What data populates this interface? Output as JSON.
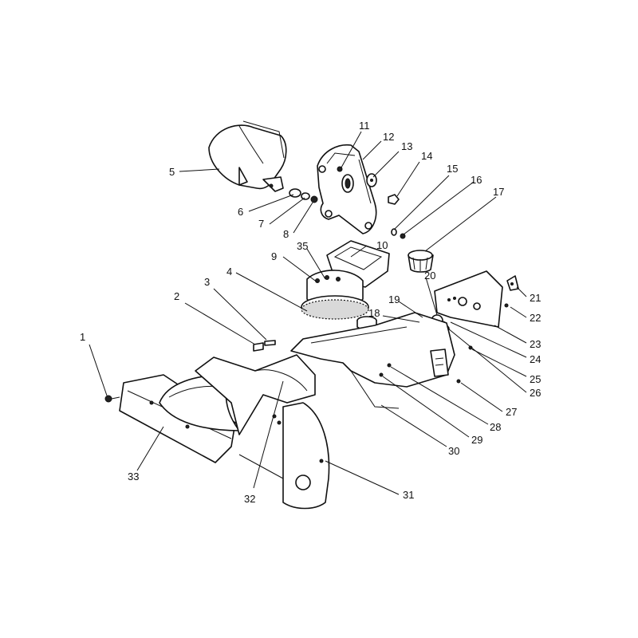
{
  "callouts": [
    {
      "id": "1",
      "label": "1"
    },
    {
      "id": "2",
      "label": "2"
    },
    {
      "id": "3",
      "label": "3"
    },
    {
      "id": "4",
      "label": "4"
    },
    {
      "id": "5",
      "label": "5"
    },
    {
      "id": "6",
      "label": "6"
    },
    {
      "id": "7",
      "label": "7"
    },
    {
      "id": "8",
      "label": "8"
    },
    {
      "id": "9",
      "label": "9"
    },
    {
      "id": "10",
      "label": "10"
    },
    {
      "id": "11",
      "label": "11"
    },
    {
      "id": "12",
      "label": "12"
    },
    {
      "id": "13",
      "label": "13"
    },
    {
      "id": "14",
      "label": "14"
    },
    {
      "id": "15",
      "label": "15"
    },
    {
      "id": "16",
      "label": "16"
    },
    {
      "id": "17",
      "label": "17"
    },
    {
      "id": "18",
      "label": "18"
    },
    {
      "id": "19",
      "label": "19"
    },
    {
      "id": "20",
      "label": "20"
    },
    {
      "id": "21",
      "label": "21"
    },
    {
      "id": "22",
      "label": "22"
    },
    {
      "id": "23",
      "label": "23"
    },
    {
      "id": "24",
      "label": "24"
    },
    {
      "id": "25",
      "label": "25"
    },
    {
      "id": "26",
      "label": "26"
    },
    {
      "id": "27",
      "label": "27"
    },
    {
      "id": "28",
      "label": "28"
    },
    {
      "id": "29",
      "label": "29"
    },
    {
      "id": "30",
      "label": "30"
    },
    {
      "id": "31",
      "label": "31"
    },
    {
      "id": "32",
      "label": "32"
    },
    {
      "id": "33",
      "label": "33"
    },
    {
      "id": "35",
      "label": "35"
    }
  ],
  "colors": {
    "ink": "#111111",
    "background": "#ffffff",
    "shade": "#d9d9d9"
  }
}
